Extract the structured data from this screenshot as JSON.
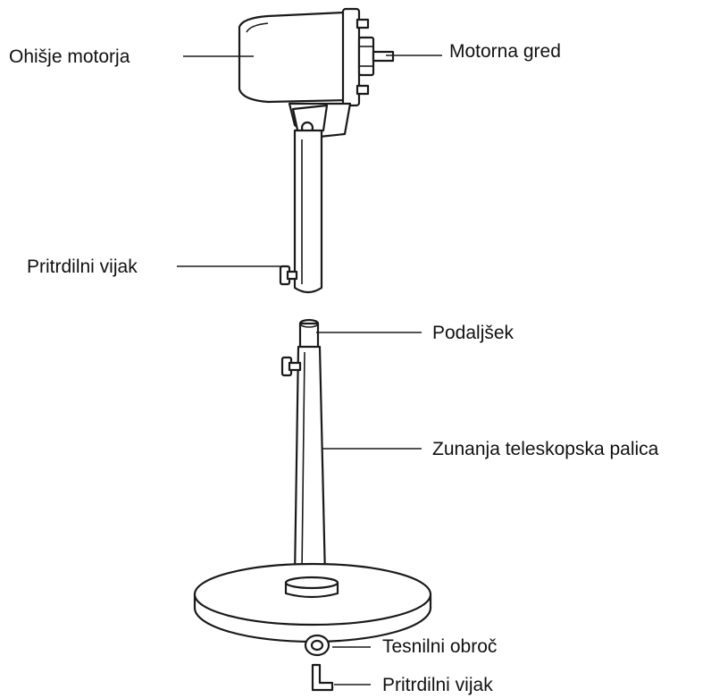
{
  "labels": {
    "motor_housing": "Ohišje motorja",
    "motor_shaft": "Motorna gred",
    "fixing_screw_top": "Pritrdilni vijak",
    "extension": "Podaljšek",
    "outer_telescopic_pole": "Zunanja teleskopska palica",
    "sealing_ring": "Tesnilni obroč",
    "fixing_screw_bottom": "Pritrdilni vijak"
  },
  "colors": {
    "line": "#1a1a1a",
    "background": "#ffffff"
  }
}
